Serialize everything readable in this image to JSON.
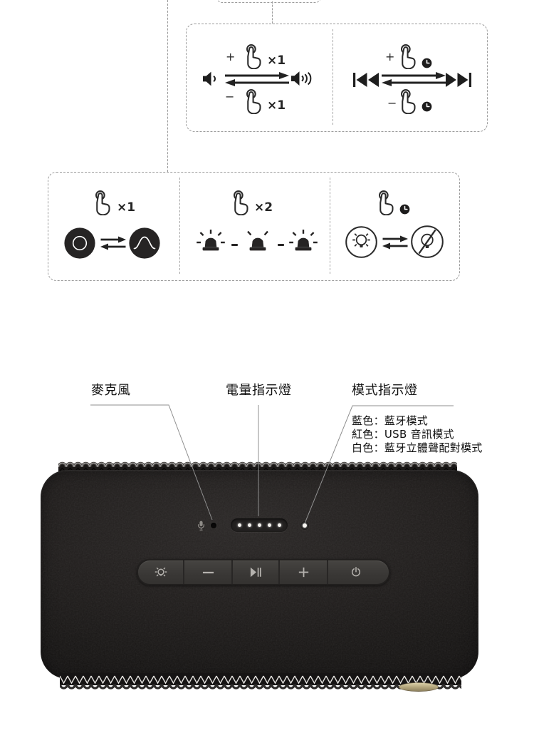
{
  "gestures": {
    "volume": {
      "plus": "+",
      "minus": "−",
      "tap_up": "×1",
      "tap_down": "×1"
    },
    "track": {
      "plus": "+",
      "minus": "−"
    },
    "light_style": {
      "tap": "×1"
    },
    "flash": {
      "tap": "×2"
    },
    "light_toggle": {}
  },
  "callouts": {
    "microphone": "麥克風",
    "battery_indicator": "電量指示燈",
    "mode_indicator": "模式指示燈",
    "mode_colors": [
      "藍色：藍牙模式",
      "紅色：USB 音訊模式",
      "白色：藍牙立體聲配對模式"
    ]
  },
  "speaker": {
    "battery_dot_count": 5,
    "buttons": [
      {
        "name": "light-button",
        "icon": "light-bulb-icon"
      },
      {
        "name": "volume-down-button",
        "icon": "minus-icon"
      },
      {
        "name": "play-pause-button",
        "icon": "play-pause-icon"
      },
      {
        "name": "volume-up-button",
        "icon": "plus-icon"
      },
      {
        "name": "power-button",
        "icon": "power-icon"
      }
    ]
  },
  "colors": {
    "dash_gray": "#9b9b9b",
    "line_gray": "#8f8f8f",
    "icon_dark": "#262424",
    "body_black": "#1b1918",
    "bar_gray": "#3c3a38",
    "icon_light": "#b5b2ae",
    "gold": "#b6a87e",
    "led_white": "#f7f5f1"
  }
}
